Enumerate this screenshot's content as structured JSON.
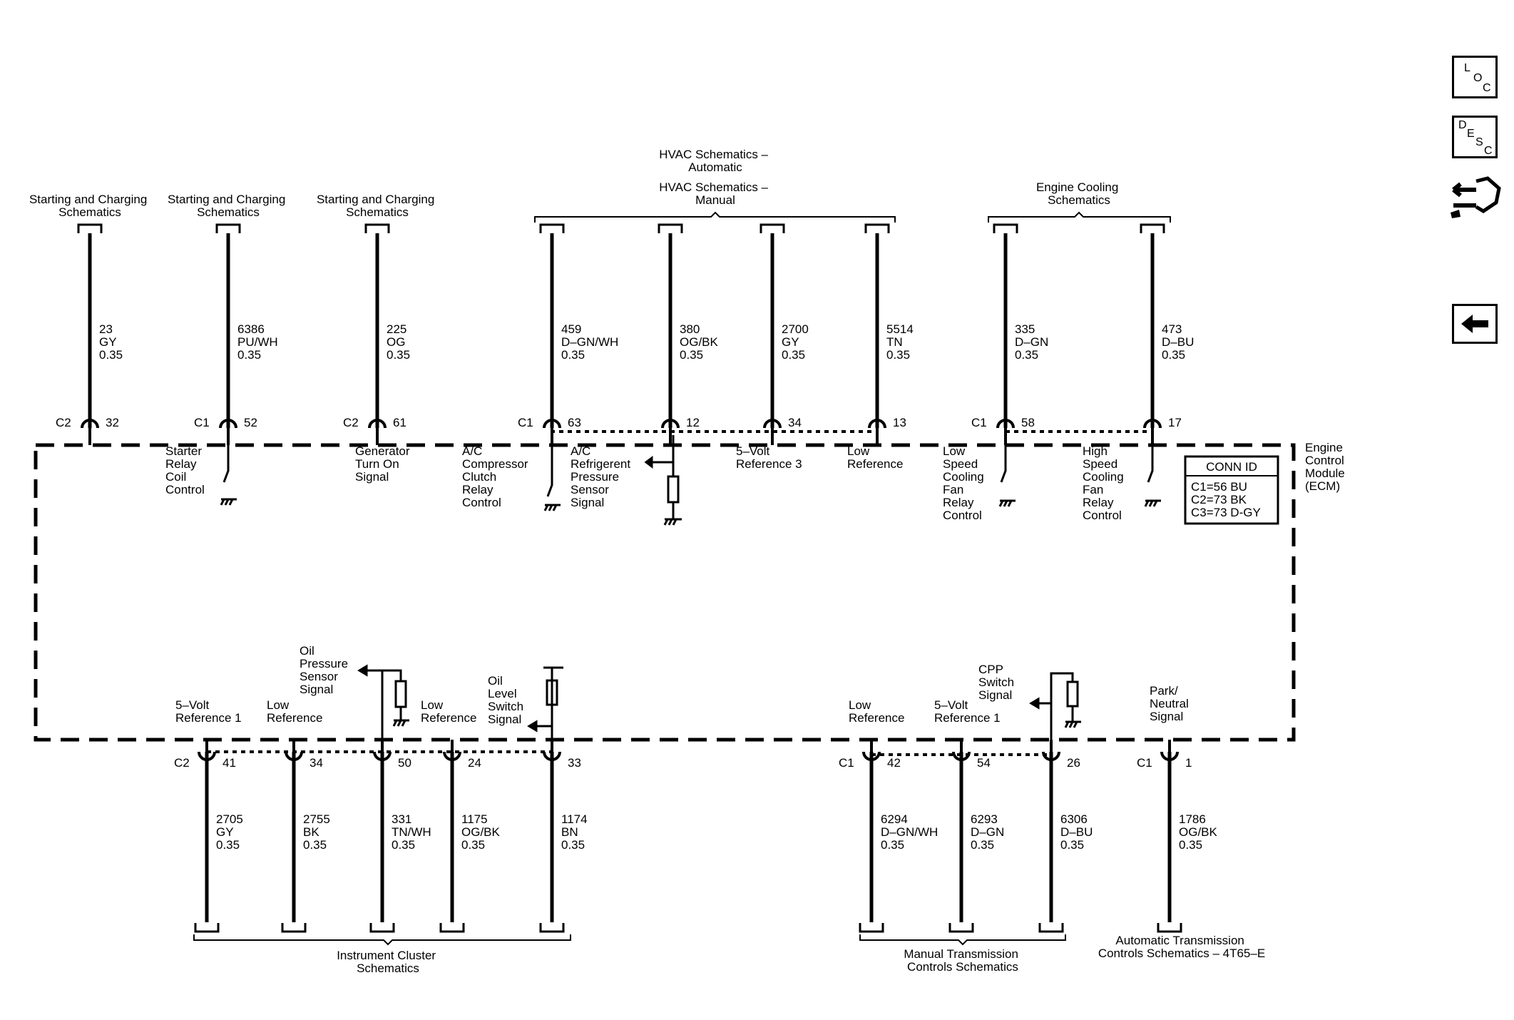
{
  "nav": {
    "loc": [
      "L",
      "O",
      "C"
    ],
    "desc": [
      "D",
      "E",
      "S",
      "C"
    ]
  },
  "module": {
    "title": [
      "Engine",
      "Control",
      "Module",
      "(ECM)"
    ]
  },
  "conn_id": {
    "title": "CONN ID",
    "rows": [
      "C1=56 BU",
      "C2=73 BK",
      "C3=73 D-GY"
    ]
  },
  "top_refs": [
    {
      "text": [
        "Starting and Charging",
        "Schematics"
      ]
    },
    {
      "text": [
        "Starting and Charging",
        "Schematics"
      ]
    },
    {
      "text": [
        "Starting and Charging",
        "Schematics"
      ]
    },
    {
      "text": [
        "HVAC Schematics –",
        "Automatic"
      ]
    },
    {
      "text": [
        "HVAC Schematics –",
        "Manual"
      ]
    },
    {
      "text": [
        "Engine Cooling",
        "Schematics"
      ]
    }
  ],
  "bottom_refs": [
    {
      "text": [
        "Instrument Cluster",
        "Schematics"
      ]
    },
    {
      "text": [
        "Manual Transmission",
        "Controls Schematics"
      ]
    },
    {
      "text": [
        "Automatic Transmission",
        "Controls Schematics – 4T65–E"
      ]
    }
  ],
  "top_circuits": [
    {
      "conn": "C2",
      "pin": "32",
      "wire": [
        "23",
        "GY",
        "0.35"
      ],
      "label": [
        "Starter",
        "Relay",
        "Coil",
        "Control"
      ]
    },
    {
      "conn": "C1",
      "pin": "52",
      "wire": [
        "6386",
        "PU/WH",
        "0.35"
      ],
      "label": []
    },
    {
      "conn": "C2",
      "pin": "61",
      "wire": [
        "225",
        "OG",
        "0.35"
      ],
      "label": [
        "Generator",
        "Turn On",
        "Signal"
      ]
    },
    {
      "conn": "C1",
      "pin": "63",
      "wire": [
        "459",
        "D–GN/WH",
        "0.35"
      ],
      "label": [
        "A/C",
        "Compressor",
        "Clutch",
        "Relay",
        "Control"
      ]
    },
    {
      "conn": "",
      "pin": "12",
      "wire": [
        "380",
        "OG/BK",
        "0.35"
      ],
      "label": [
        "A/C",
        "Refrigerent",
        "Pressure",
        "Sensor",
        "Signal"
      ]
    },
    {
      "conn": "",
      "pin": "34",
      "wire": [
        "2700",
        "GY",
        "0.35"
      ],
      "label": [
        "5–Volt",
        "Reference 3"
      ]
    },
    {
      "conn": "",
      "pin": "13",
      "wire": [
        "5514",
        "TN",
        "0.35"
      ],
      "label": [
        "Low",
        "Reference"
      ]
    },
    {
      "conn": "C1",
      "pin": "58",
      "wire": [
        "335",
        "D–GN",
        "0.35"
      ],
      "label": [
        "Low",
        "Speed",
        "Cooling",
        "Fan",
        "Relay",
        "Control"
      ]
    },
    {
      "conn": "",
      "pin": "17",
      "wire": [
        "473",
        "D–BU",
        "0.35"
      ],
      "label": [
        "High",
        "Speed",
        "Cooling",
        "Fan",
        "Relay",
        "Control"
      ]
    }
  ],
  "bottom_circuits": [
    {
      "conn": "C2",
      "pin": "41",
      "wire": [
        "2705",
        "GY",
        "0.35"
      ],
      "label": [
        "5–Volt",
        "Reference 1"
      ]
    },
    {
      "conn": "",
      "pin": "34",
      "wire": [
        "2755",
        "BK",
        "0.35"
      ],
      "label": [
        "Low",
        "Reference"
      ]
    },
    {
      "conn": "",
      "pin": "50",
      "wire": [
        "331",
        "TN/WH",
        "0.35"
      ],
      "label": [
        "Oil",
        "Pressure",
        "Sensor",
        "Signal"
      ]
    },
    {
      "conn": "",
      "pin": "24",
      "wire": [
        "1175",
        "OG/BK",
        "0.35"
      ],
      "label": [
        "Low",
        "Reference"
      ]
    },
    {
      "conn": "",
      "pin": "33",
      "wire": [
        "1174",
        "BN",
        "0.35"
      ],
      "label": [
        "Oil",
        "Level",
        "Switch",
        "Signal"
      ]
    },
    {
      "conn": "C1",
      "pin": "42",
      "wire": [
        "6294",
        "D–GN/WH",
        "0.35"
      ],
      "label": [
        "Low",
        "Reference"
      ]
    },
    {
      "conn": "",
      "pin": "54",
      "wire": [
        "6293",
        "D–GN",
        "0.35"
      ],
      "label": [
        "5–Volt",
        "Reference 1"
      ]
    },
    {
      "conn": "",
      "pin": "26",
      "wire": [
        "6306",
        "D–BU",
        "0.35"
      ],
      "label": [
        "CPP",
        "Switch",
        "Signal"
      ]
    },
    {
      "conn": "C1",
      "pin": "1",
      "wire": [
        "1786",
        "OG/BK",
        "0.35"
      ],
      "label": [
        "Park/",
        "Neutral",
        "Signal"
      ]
    }
  ]
}
